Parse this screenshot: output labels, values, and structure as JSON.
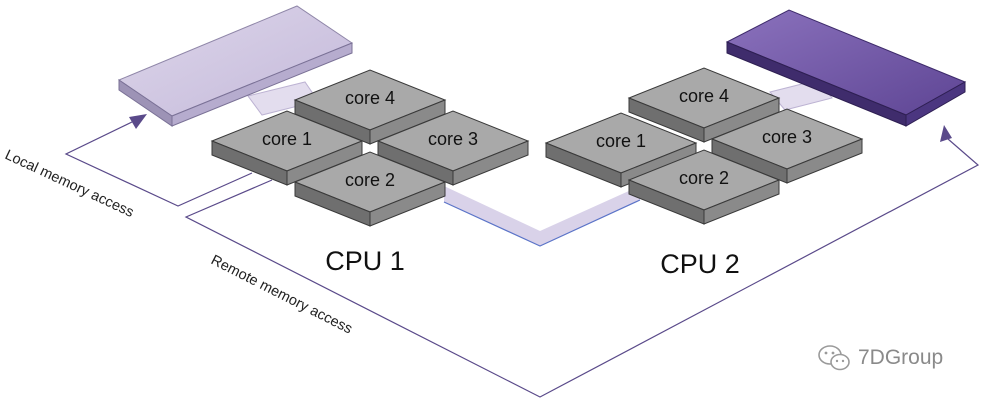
{
  "colors": {
    "memory_local": "#cfc6e0",
    "memory_remote": "#6f54a3",
    "core_top": "#a9a9a9",
    "core_side": "#6e6e6e",
    "interconnect": "#d9d2e9",
    "arrow": "#5a4a8a"
  },
  "cpus": [
    {
      "label": "CPU 1",
      "cores": [
        {
          "label": "core 4"
        },
        {
          "label": "core 1"
        },
        {
          "label": "core 3"
        },
        {
          "label": "core 2"
        }
      ]
    },
    {
      "label": "CPU 2",
      "cores": [
        {
          "label": "core 4"
        },
        {
          "label": "core 1"
        },
        {
          "label": "core 3"
        },
        {
          "label": "core 2"
        }
      ]
    }
  ],
  "paths": {
    "local": "Local memory access",
    "remote": "Remote memory access"
  },
  "watermark": {
    "text": "7DGroup",
    "icon": "wechat-icon"
  }
}
